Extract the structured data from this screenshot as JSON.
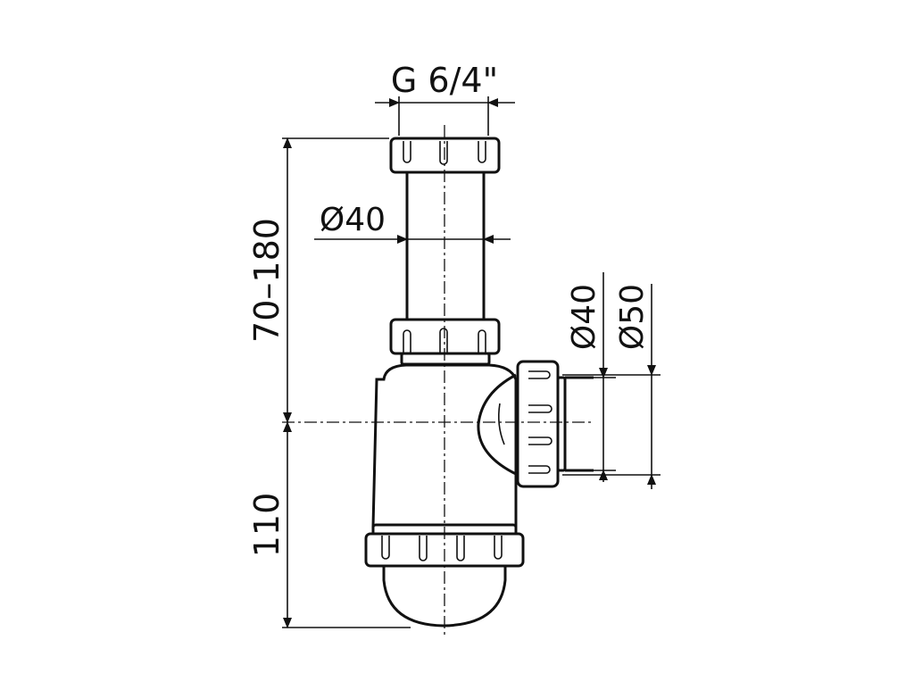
{
  "drawing": {
    "labels": {
      "thread": "G 6/4\"",
      "pipe_diameter": "Ø40",
      "height_adjustable": "70–180",
      "height_lower": "110",
      "outlet_diameter_inner": "Ø40",
      "outlet_diameter_outer": "Ø50"
    }
  }
}
